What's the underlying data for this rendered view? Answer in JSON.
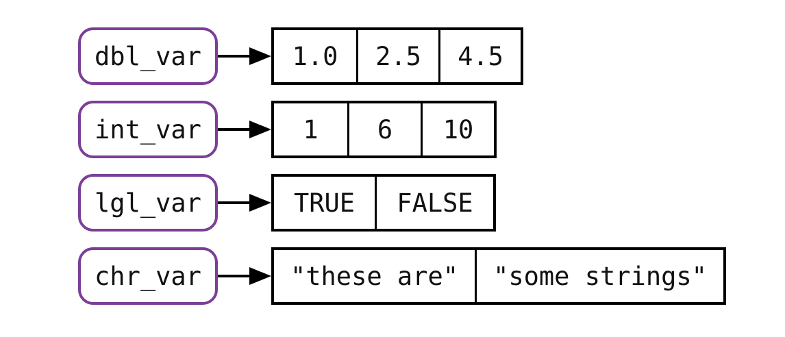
{
  "colors": {
    "name_box_border": "#7b3f98",
    "vector_border": "#000000",
    "arrow": "#000000",
    "text": "#111111",
    "background": "#ffffff"
  },
  "rows": [
    {
      "name": "dbl_var",
      "values": [
        "1.0",
        "2.5",
        "4.5"
      ]
    },
    {
      "name": "int_var",
      "values": [
        "1",
        "6",
        "10"
      ]
    },
    {
      "name": "lgl_var",
      "values": [
        "TRUE",
        "FALSE"
      ]
    },
    {
      "name": "chr_var",
      "values": [
        "\"these are\"",
        "\"some strings\""
      ]
    }
  ]
}
